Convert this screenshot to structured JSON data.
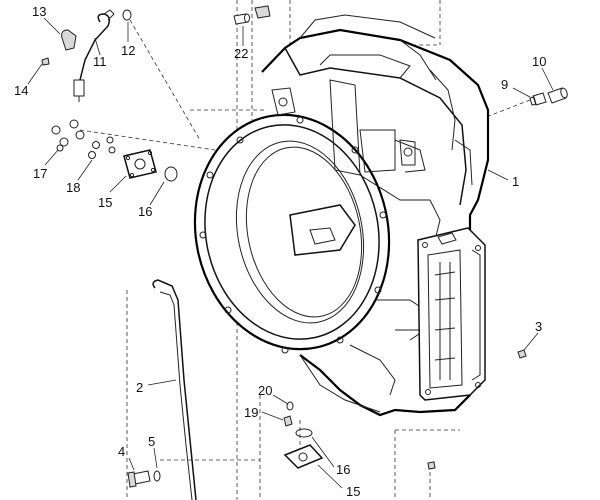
{
  "callouts": [
    {
      "id": "c1",
      "text": "1"
    },
    {
      "id": "c2",
      "text": "2"
    },
    {
      "id": "c3",
      "text": "3"
    },
    {
      "id": "c4",
      "text": "4"
    },
    {
      "id": "c5",
      "text": "5"
    },
    {
      "id": "c9",
      "text": "9"
    },
    {
      "id": "c10",
      "text": "10"
    },
    {
      "id": "c11",
      "text": "11"
    },
    {
      "id": "c12",
      "text": "12"
    },
    {
      "id": "c13",
      "text": "13"
    },
    {
      "id": "c14",
      "text": "14"
    },
    {
      "id": "c15a",
      "text": "15"
    },
    {
      "id": "c15b",
      "text": "15"
    },
    {
      "id": "c16a",
      "text": "16"
    },
    {
      "id": "c16b",
      "text": "16"
    },
    {
      "id": "c17",
      "text": "17"
    },
    {
      "id": "c18",
      "text": "18"
    },
    {
      "id": "c19",
      "text": "19"
    },
    {
      "id": "c20",
      "text": "20"
    },
    {
      "id": "c22",
      "text": "22"
    }
  ],
  "colors": {
    "line": "#111111",
    "background": "#ffffff"
  }
}
